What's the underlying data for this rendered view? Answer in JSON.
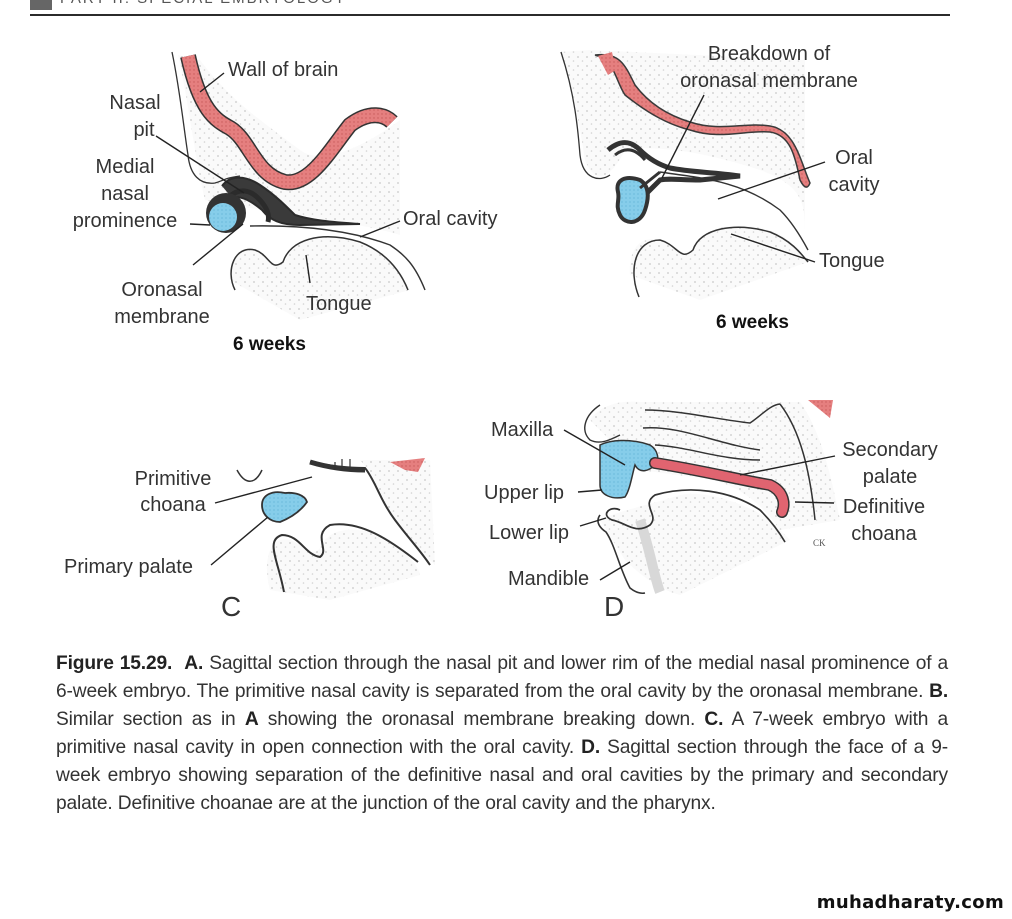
{
  "page": {
    "header_text": "PART II: SPECIAL EMBRYOLOGY"
  },
  "colors": {
    "brain_wall": "#e07a7a",
    "palate_blue": "#7fc8e8",
    "mesenchyme": "#f2f2f2",
    "outline": "#2e2e2e"
  },
  "panels": {
    "a": {
      "labels": {
        "wall_of_brain": "Wall of brain",
        "nasal_pit_1": "Nasal",
        "nasal_pit_2": "pit",
        "medial_1": "Medial",
        "medial_2": "nasal",
        "medial_3": "prominence",
        "oral_cavity": "Oral cavity",
        "oronasal_1": "Oronasal",
        "oronasal_2": "membrane",
        "tongue": "Tongue"
      },
      "age": "6 weeks"
    },
    "b": {
      "labels": {
        "breakdown_1": "Breakdown of",
        "breakdown_2": "oronasal membrane",
        "oral_1": "Oral",
        "oral_2": "cavity",
        "tongue": "Tongue"
      },
      "age": "6 weeks"
    },
    "c": {
      "labels": {
        "primitive_1": "Primitive",
        "primitive_2": "choana",
        "primary_palate": "Primary palate"
      },
      "letter": "C"
    },
    "d": {
      "labels": {
        "maxilla": "Maxilla",
        "upper_lip": "Upper lip",
        "lower_lip": "Lower lip",
        "mandible": "Mandible",
        "secondary_1": "Secondary",
        "secondary_2": "palate",
        "definitive_1": "Definitive",
        "definitive_2": "choana",
        "artist_mark": "CK"
      },
      "letter": "D"
    }
  },
  "caption": {
    "figure_label": "Figure 15.29.",
    "a_label": "A.",
    "a_text": "Sagittal section through the nasal pit and lower rim of the medial nasal prominence of a 6-week embryo. The primitive nasal cavity is separated from the oral cavity by the oronasal membrane.",
    "b_label": "B.",
    "b_text_1": "Similar section as in",
    "b_ref": "A",
    "b_text_2": "showing the oronasal membrane breaking down.",
    "c_label": "C.",
    "c_text": "A 7-week embryo with a primitive nasal cavity in open connection with the oral cavity.",
    "d_label": "D.",
    "d_text": "Sagittal section through the face of a 9-week embryo showing separation of the definitive nasal and oral cavities by the primary and secondary palate. Definitive choanae are at the junction of the oral cavity and the pharynx."
  },
  "watermark": "muhadharaty.com"
}
